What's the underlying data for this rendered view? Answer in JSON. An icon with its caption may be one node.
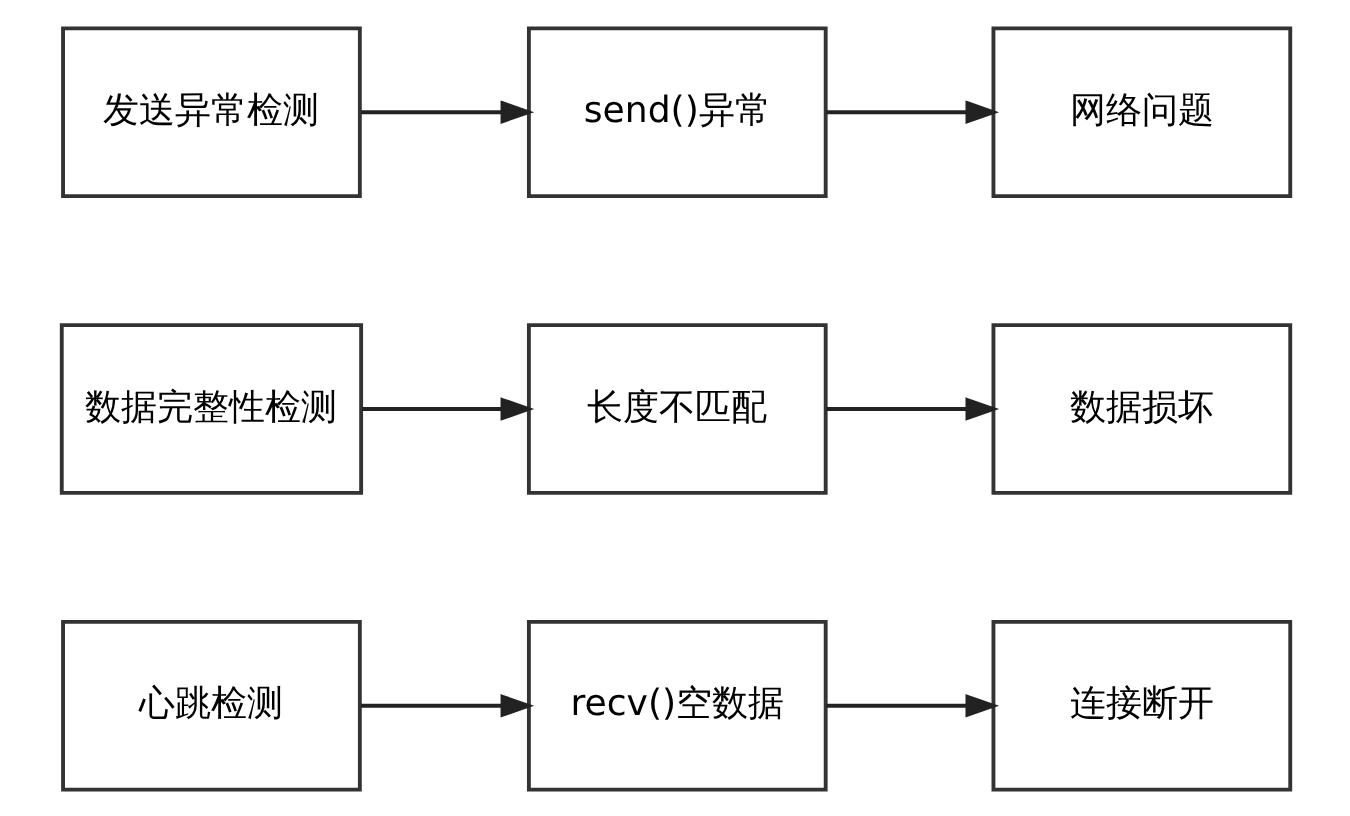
{
  "diagram": {
    "nodes": [
      {
        "text": [
          "心跳检测"
        ]
      },
      {
        "text": [
          "recv()空数据"
        ]
      },
      {
        "text": [
          "连接断开"
        ]
      },
      {
        "text": [
          "数据完整性检测"
        ]
      },
      {
        "text": [
          "长度不匹配"
        ]
      },
      {
        "text": [
          "数据损坏"
        ]
      },
      {
        "text": [
          "发送异常检测"
        ]
      },
      {
        "text": [
          "send()异常"
        ]
      },
      {
        "text": [
          "网络问题"
        ]
      }
    ],
    "edges": [
      {
        "from": 0,
        "to": 1,
        "arrow": "to"
      },
      {
        "from": 1,
        "to": 2,
        "arrow": "to"
      },
      {
        "from": 3,
        "to": 4,
        "arrow": "to"
      },
      {
        "from": 4,
        "to": 5,
        "arrow": "to"
      },
      {
        "from": 6,
        "to": 7,
        "arrow": "to"
      },
      {
        "from": 7,
        "to": 8,
        "arrow": "to"
      }
    ]
  }
}
